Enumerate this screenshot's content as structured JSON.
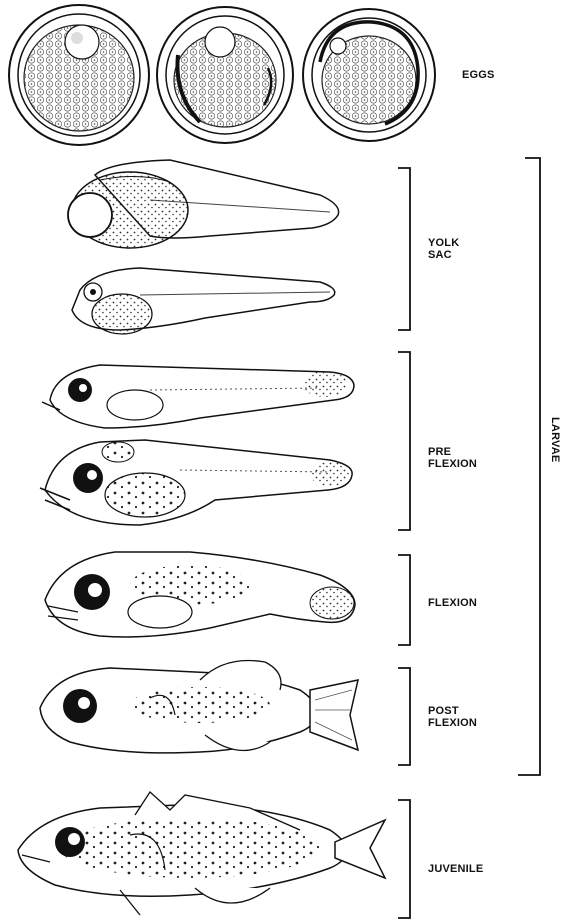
{
  "labels": {
    "eggs": "EGGS",
    "yolk_sac_1": "YOLK",
    "yolk_sac_2": "SAC",
    "preflexion_1": "PRE",
    "preflexion_2": "FLEXION",
    "flexion": "FLEXION",
    "postflexion_1": "POST",
    "postflexion_2": "FLEXION",
    "juvenile": "JUVENILE",
    "larvae": "LARVAE"
  }
}
